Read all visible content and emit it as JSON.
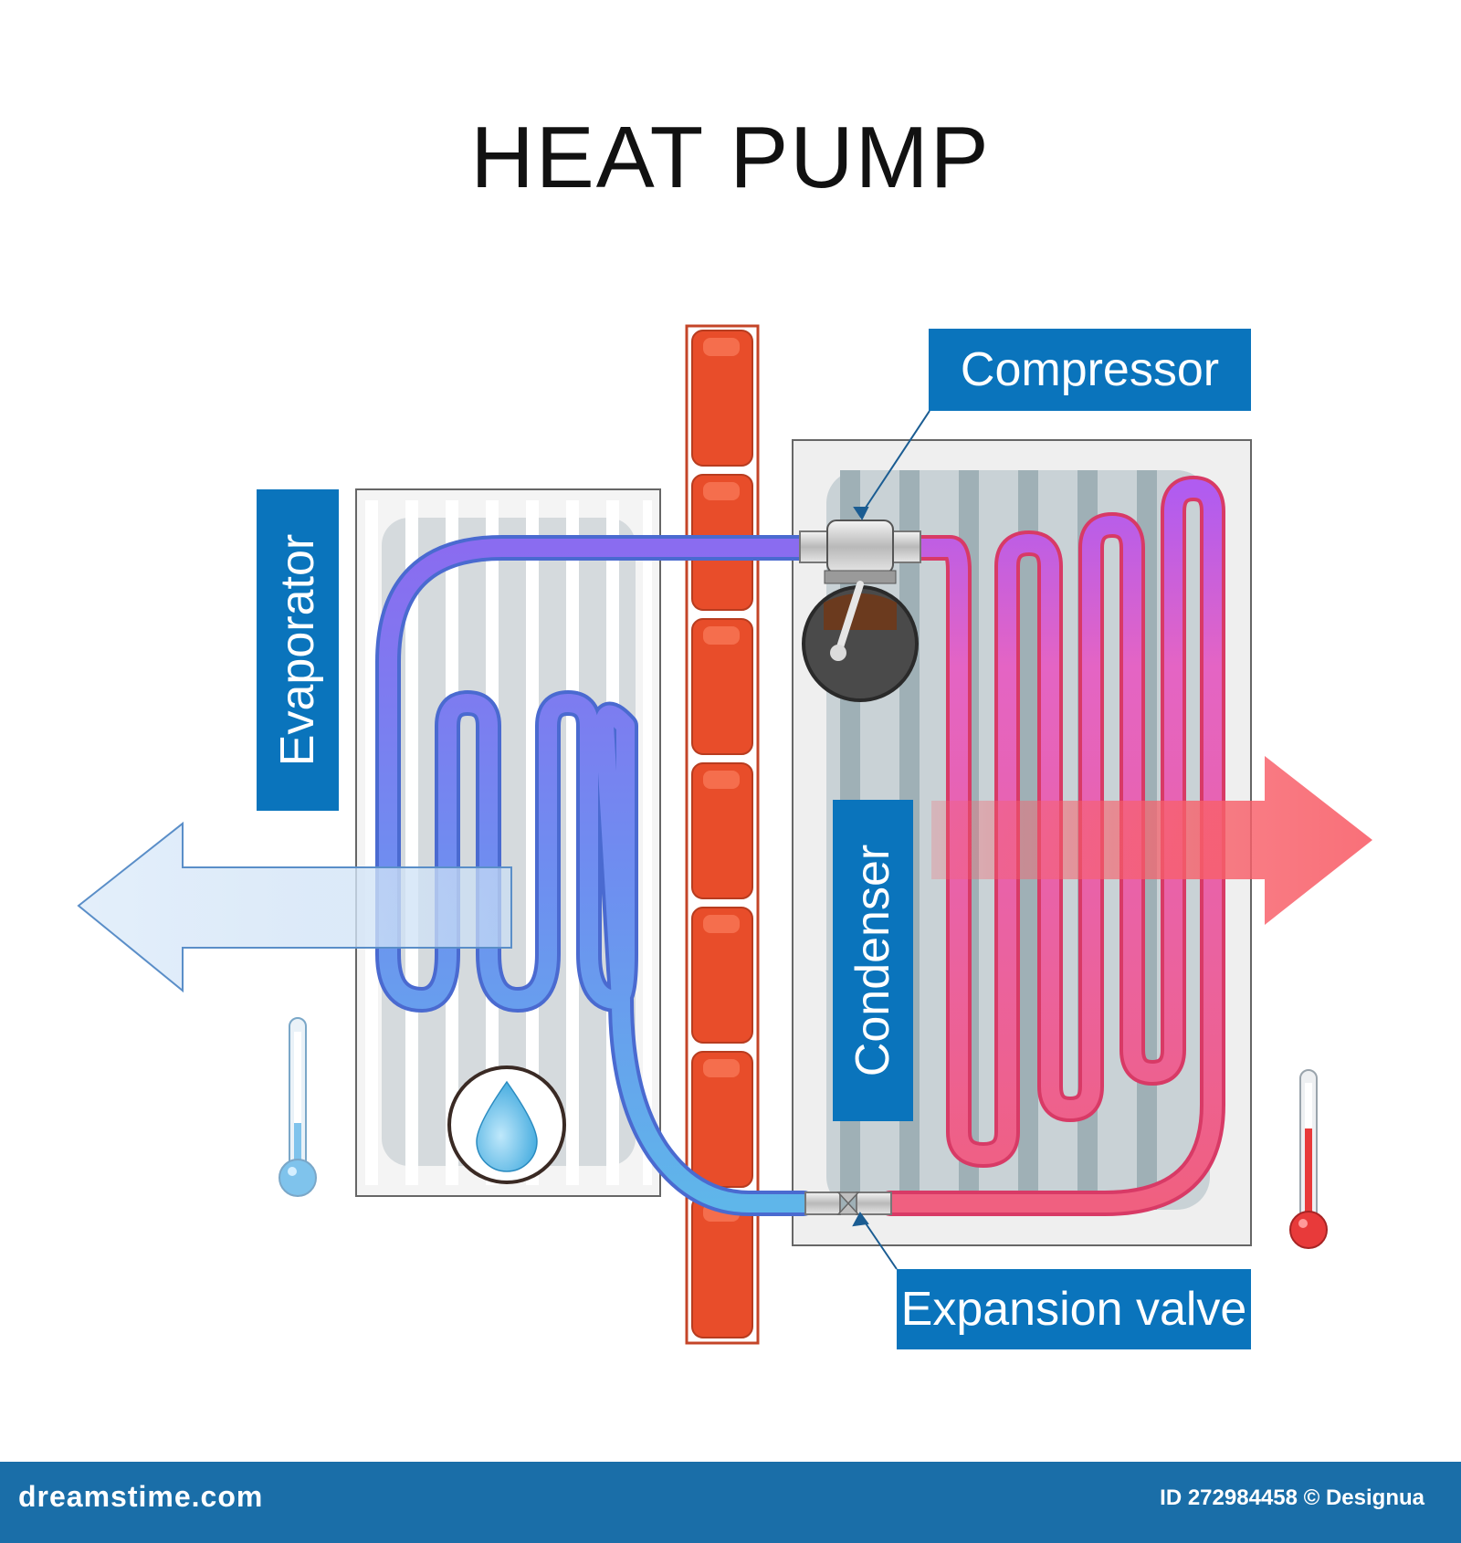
{
  "title": "HEAT PUMP",
  "labels": {
    "compressor": "Compressor",
    "evaporator": "Evaporator",
    "condenser": "Condenser",
    "expansion_valve": "Expansion valve"
  },
  "footer": {
    "brand": "dreamstime.com",
    "credit": "ID 272984458 © Designua"
  },
  "colors": {
    "label_bg": "#0a74bc",
    "brick": "#e84d2a",
    "cold_pipe": "#5aa8e8",
    "warm_pipe": "#8a6cf0",
    "hot_pipe": "#f05a7e",
    "cold_arrow": "#cfe3f7",
    "hot_arrow": "#f5606a",
    "footer_bg": "#1a6ea8"
  },
  "icons": [
    "water-drop-icon",
    "cold-thermometer-icon",
    "hot-thermometer-icon",
    "compressor-icon",
    "expansion-valve-icon"
  ]
}
